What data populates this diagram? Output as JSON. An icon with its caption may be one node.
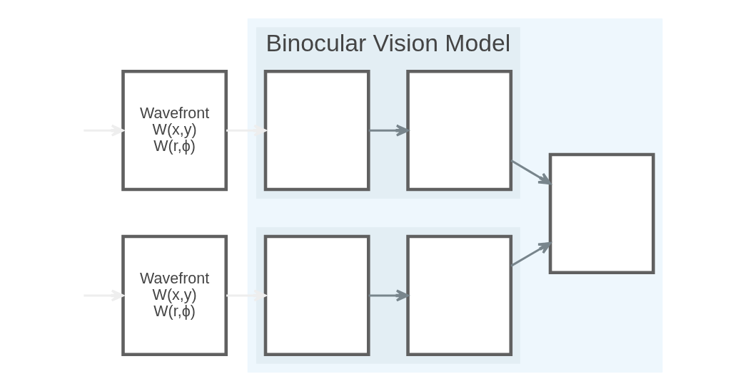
{
  "diagram": {
    "nodes": [
      {
        "text": [],
        "shape": "box"
      },
      {
        "text": [
          "Binocular Vision Model"
        ],
        "in": 0
      },
      {
        "text": [
          "Wavefront",
          "W(x,y)",
          "W(r,ϕ)"
        ]
      },
      {
        "text": [],
        "shape": "box",
        "in": 1
      },
      {
        "text": [],
        "shape": "box",
        "in": 1
      },
      {
        "text": [],
        "shape": "box",
        "in": 0
      },
      {
        "text": [
          "Wavefront",
          "W(x,y)",
          "W(r,ϕ)"
        ]
      },
      {
        "text": [],
        "shape": "box",
        "in": 5
      },
      {
        "text": [],
        "shape": "box",
        "in": 5
      },
      {
        "text": [],
        "shape": "box",
        "in": 0
      }
    ],
    "edges": [
      {
        "from": null,
        "to": 2,
        "arrow": "to",
        "color": "#eeeeee"
      },
      {
        "from": 2,
        "to": 3,
        "arrow": "to",
        "color": "#eeeeee"
      },
      {
        "from": 3,
        "to": 4,
        "arrow": "to",
        "color": "#78858c"
      },
      {
        "from": 4,
        "to": 9,
        "arrow": "to",
        "color": "#78858c"
      },
      {
        "from": null,
        "to": 6,
        "arrow": "to",
        "color": "#eeeeee"
      },
      {
        "from": 6,
        "to": 7,
        "arrow": "to",
        "color": "#eeeeee"
      },
      {
        "from": 7,
        "to": 8,
        "arrow": "to",
        "color": "#78858c"
      },
      {
        "from": 8,
        "to": 9,
        "arrow": "to",
        "color": "#78858c"
      }
    ]
  }
}
